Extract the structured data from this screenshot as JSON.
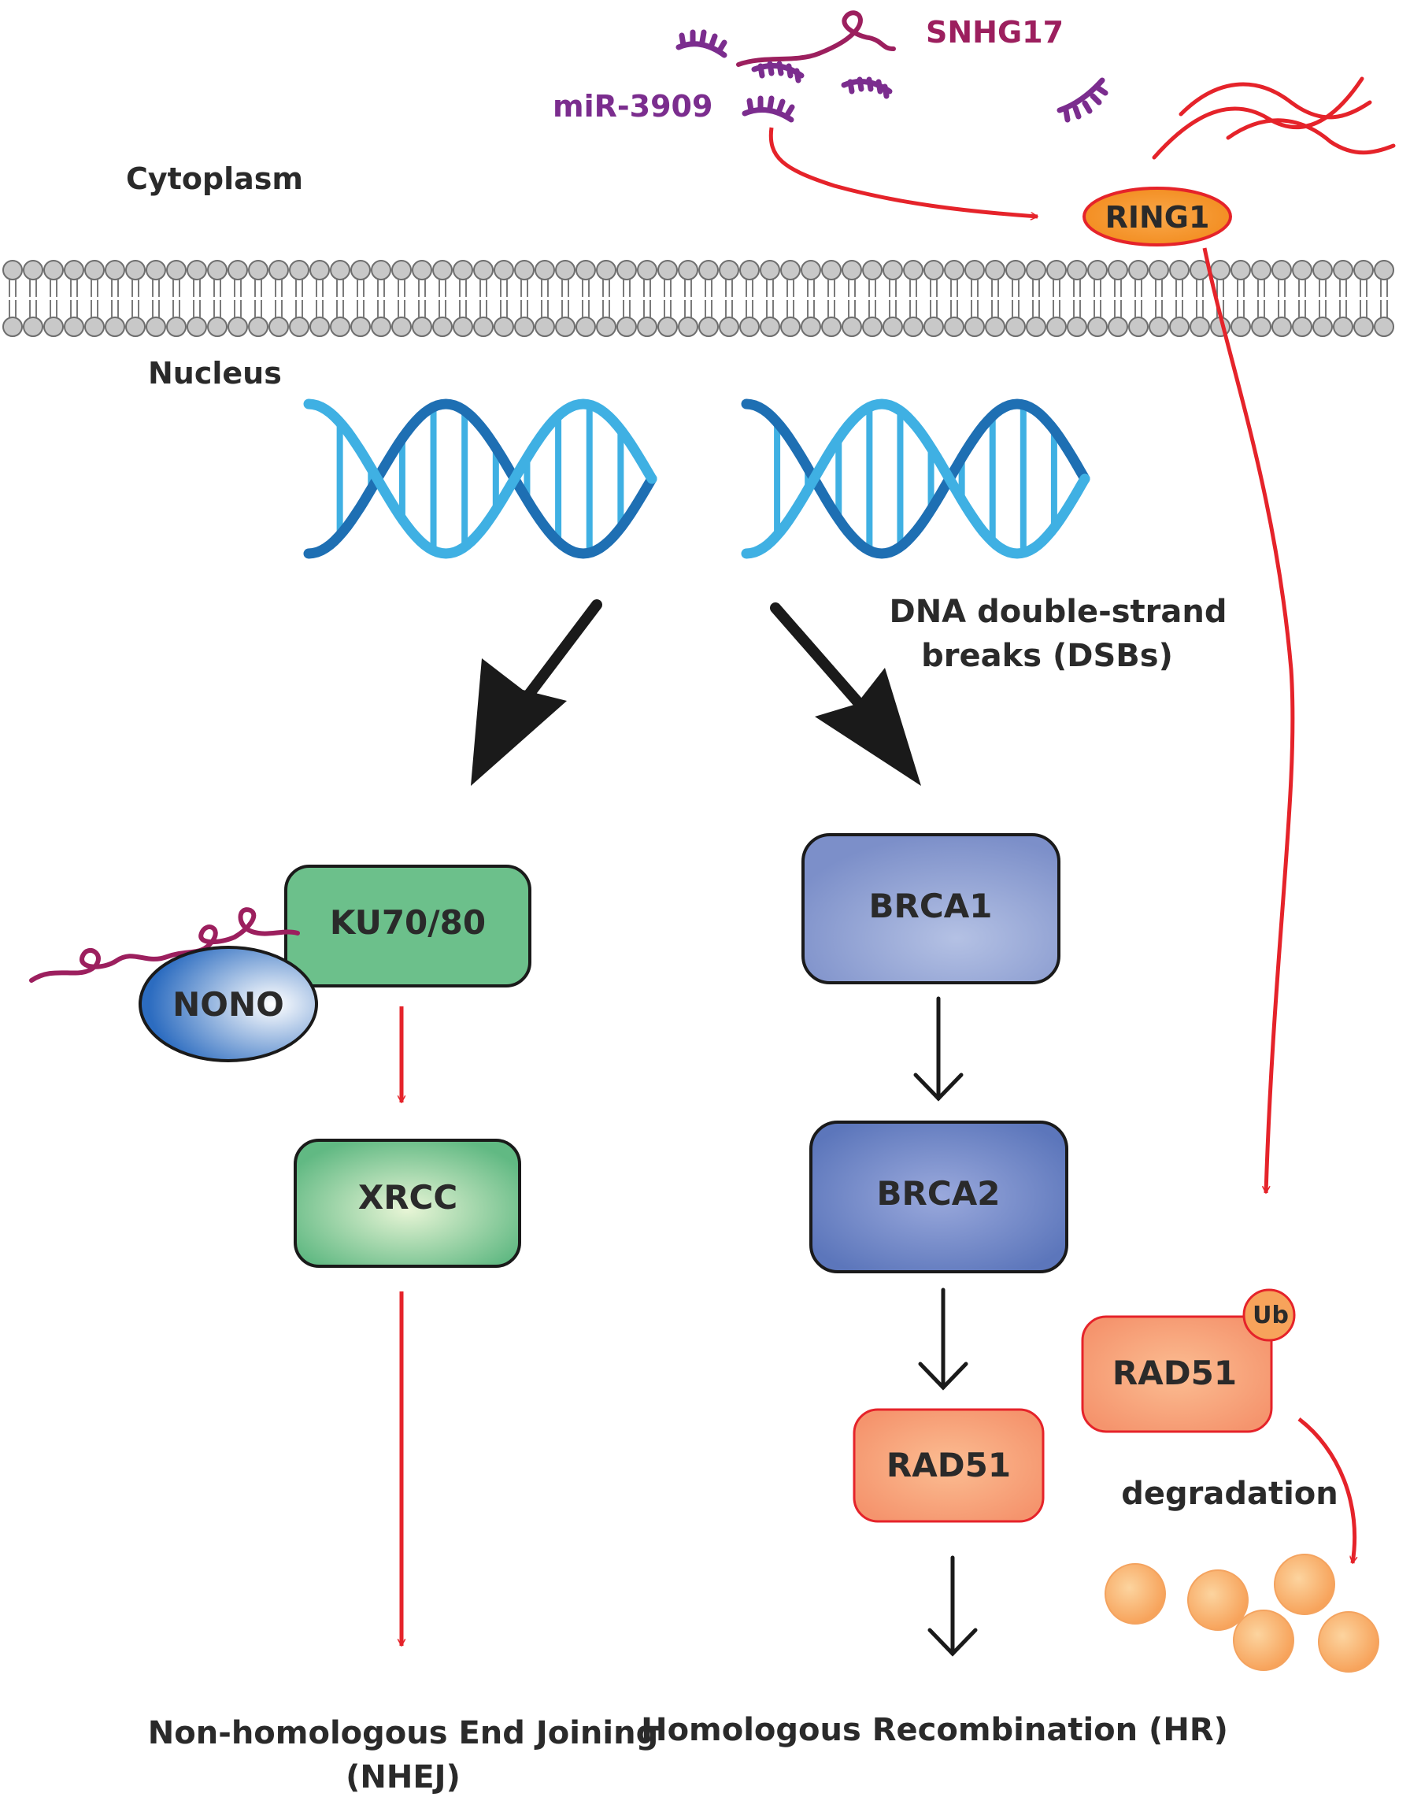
{
  "labels": {
    "cytoplasm": "Cytoplasm",
    "nucleus": "Nucleus",
    "snhg17": "SNHG17",
    "mir3909": "miR-3909",
    "ring1": "RING1",
    "dsb_line1": "DNA double-strand",
    "dsb_line2": "breaks (DSBs)",
    "ku": "KU70/80",
    "nono": "NONO",
    "xrcc": "XRCC",
    "brca1": "BRCA1",
    "brca2": "BRCA2",
    "rad51_hr": "RAD51",
    "rad51_ub": "RAD51",
    "ub": "Ub",
    "degradation": "degradation",
    "nhej_line1": "Non-homologous End Joining",
    "nhej_line2": "(NHEJ)",
    "hr": "Homologous Recombination (HR)"
  },
  "colors": {
    "red_arrow": "#e5232a",
    "lncrna": "#9c1f5e",
    "mirna": "#7b2d8e",
    "dna_light": "#3fb0e3",
    "dna_dark": "#1e6fb3",
    "green_box": "#6cc08b",
    "blue_box": "#8799cf",
    "salmon_box": "#f5a178",
    "ring1_fill": "#f7931e"
  }
}
